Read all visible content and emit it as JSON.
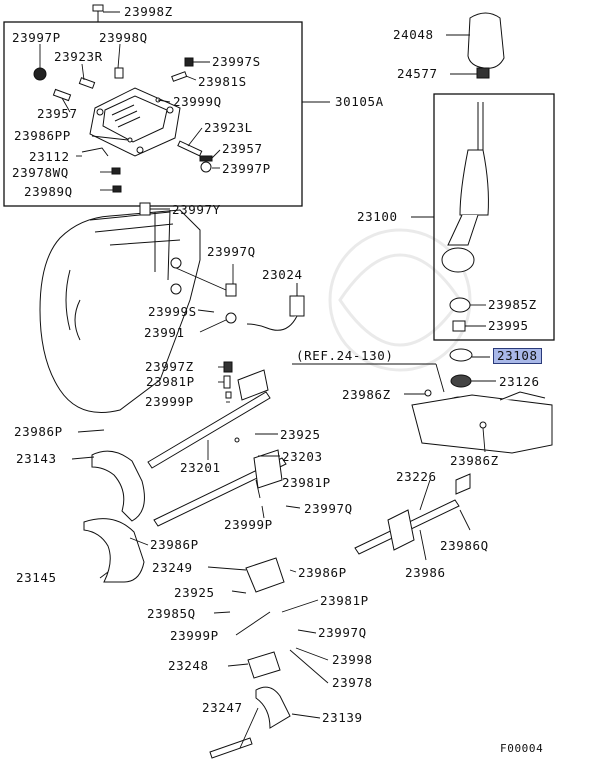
{
  "diagram": {
    "figure_code": "F00004",
    "reference_note": "(REF.24-130)",
    "highlighted_part": "23108",
    "labels": {
      "p23998Z": "23998Z",
      "p23997P_a": "23997P",
      "p23998Q": "23998Q",
      "p23923R": "23923R",
      "p23997S": "23997S",
      "p23981S": "23981S",
      "p23957_a": "23957",
      "p23999Q": "23999Q",
      "p30105A": "30105A",
      "p23986PP": "23986PP",
      "p23923L": "23923L",
      "p23112": "23112",
      "p23957_b": "23957",
      "p23978WQ": "23978WQ",
      "p23997P_b": "23997P",
      "p23989Q": "23989Q",
      "p24048": "24048",
      "p24577": "24577",
      "p23997Y": "23997Y",
      "p23100": "23100",
      "p23997Q_a": "23997Q",
      "p23024": "23024",
      "p23999S": "23999S",
      "p23991": "23991",
      "p23985Z": "23985Z",
      "p23995": "23995",
      "p23108": "23108",
      "p23126": "23126",
      "p23997Z": "23997Z",
      "p23981P_a": "23981P",
      "p23999P_a": "23999P",
      "p23986Z_a": "23986Z",
      "p23986Z_b": "23986Z",
      "p23986P_a": "23986P",
      "p23925_a": "23925",
      "p23143": "23143",
      "p23203": "23203",
      "p23201": "23201",
      "p23226": "23226",
      "p23981P_b": "23981P",
      "p23997Q_b": "23997Q",
      "p23999P_b": "23999P",
      "p23986P_b": "23986P",
      "p23986Q": "23986Q",
      "p23249": "23249",
      "p23986P_c": "23986P",
      "p23986": "23986",
      "p23145": "23145",
      "p23925_b": "23925",
      "p23981P_c": "23981P",
      "p23985Q": "23985Q",
      "p23997Q_c": "23997Q",
      "p23999P_c": "23999P",
      "p23998": "23998",
      "p23248": "23248",
      "p23978": "23978",
      "p23247": "23247",
      "p23139": "23139"
    }
  }
}
